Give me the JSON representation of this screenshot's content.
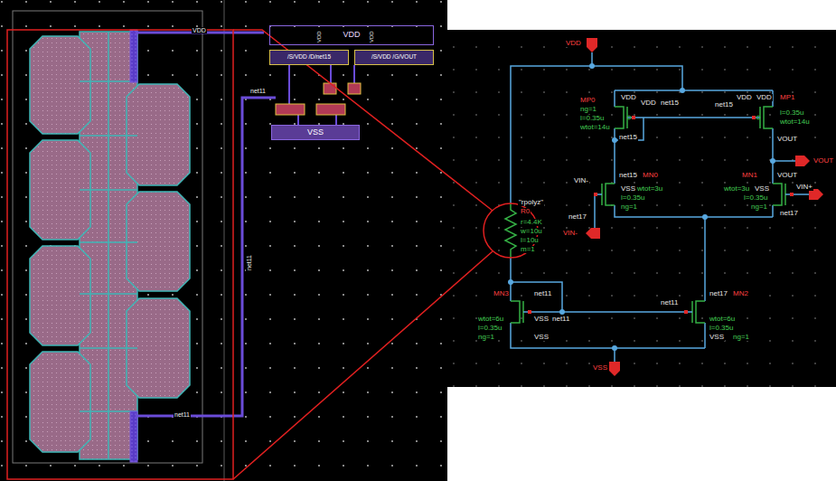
{
  "diagram": {
    "nodes": [
      {
        "text": [
          "VDD"
        ]
      },
      {
        "text": [
          "/S/VDD /D/net15"
        ]
      },
      {
        "text": [
          "/S/VDD /G/VOUT"
        ]
      },
      {
        "text": [
          "VSS"
        ]
      }
    ],
    "labels": [
      "VDD",
      "net11",
      "net11",
      "net11",
      "VDD",
      "VDD",
      "VDD",
      "MP0",
      "VDD",
      "ng=1",
      "VDD",
      "net15",
      "l=0.35u",
      "wtot=14u",
      "net15",
      "MP1",
      "VDD",
      "net15",
      "VDD",
      "l=0.35u",
      "wtot=14u",
      "VOUT",
      "VOUT",
      "net15",
      "MN0",
      "VIN-",
      "VSS",
      "wtot=3u",
      "l=0.35u",
      "ng=1",
      "net17",
      "MN1",
      "VOUT",
      "wtot=3u",
      "VSS",
      "VIN+",
      "l=0.35u",
      "ng=1",
      "net17",
      "\"rpolyz\"",
      "R0",
      "r=4.4K",
      "w=10u",
      "l=10u",
      "m=1",
      "VIN-",
      "MN3",
      "net11",
      "wtot=6u",
      "VSS",
      "net11",
      "l=0.35u",
      "ng=1",
      "VSS",
      "net17",
      "MN2",
      "net11",
      "VSS",
      "wtot=6u",
      "l=0.35u",
      "ng=1",
      "VSS"
    ]
  }
}
